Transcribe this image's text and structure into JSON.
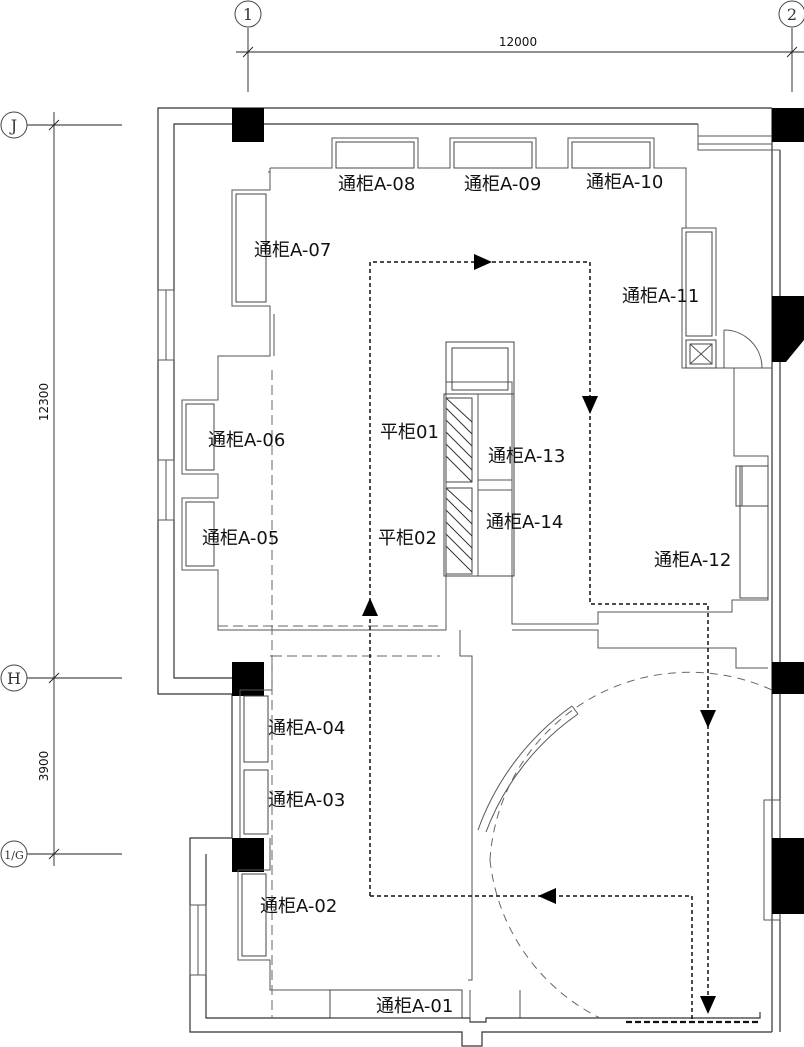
{
  "axes": {
    "v1": "1",
    "v2": "2",
    "hJ": "J",
    "hH": "H",
    "hIG": "1/G"
  },
  "dimensions": {
    "top": "12000",
    "left_upper": "12300",
    "left_lower": "3900"
  },
  "cabinets": {
    "a01": "通柜A-01",
    "a02": "通柜A-02",
    "a03": "通柜A-03",
    "a04": "通柜A-04",
    "a05": "通柜A-05",
    "a06": "通柜A-06",
    "a07": "通柜A-07",
    "a08": "通柜A-08",
    "a09": "通柜A-09",
    "a10": "通柜A-10",
    "a11": "通柜A-11",
    "a12": "通柜A-12",
    "a13": "通柜A-13",
    "a14": "通柜A-14",
    "p01": "平柜01",
    "p02": "平柜02"
  }
}
